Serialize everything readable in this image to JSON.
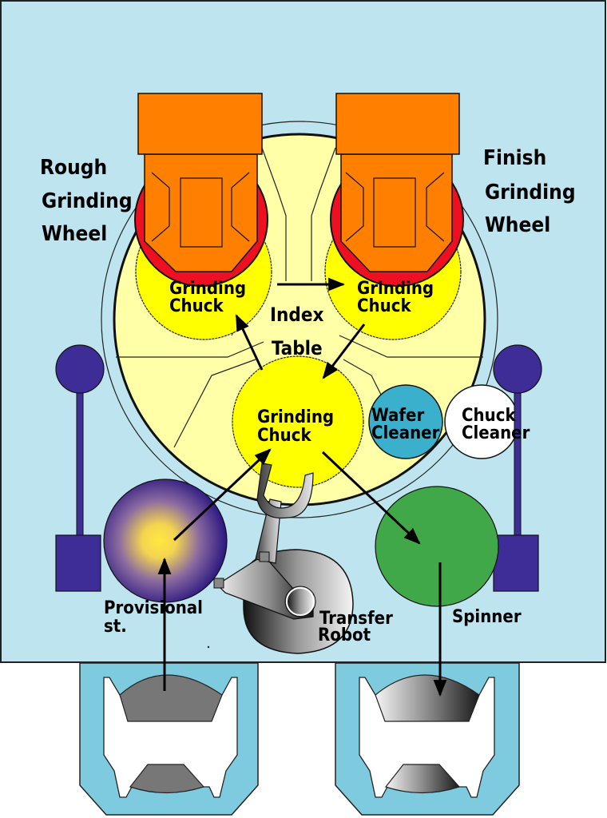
{
  "title": "Wafer Grinding Machine Layout",
  "colors": {
    "background": "#bde4ef",
    "index_table": "#ffffa8",
    "grinding_chuck": "#ffff00",
    "wheel_head": "#ff8000",
    "wheel_rim": "#ee1020",
    "wafer_cleaner": "#3ab0cc",
    "chuck_cleaner": "#ffffff",
    "spinner": "#40a848",
    "post": "#3e2d96",
    "cassette_frame": "#7ecbe0"
  },
  "labels": {
    "rough_wheel": [
      "Rough",
      "Grinding",
      "Wheel"
    ],
    "finish_wheel": [
      "Finish",
      "Grinding",
      "Wheel"
    ],
    "chuck_rough": [
      "Grinding",
      "Chuck"
    ],
    "chuck_finish": [
      "Grinding",
      "Chuck"
    ],
    "chuck_load": [
      "Grinding",
      "Chuck"
    ],
    "index_table": [
      "Index",
      "Table"
    ],
    "wafer_cleaner": [
      "Wafer",
      "Cleaner"
    ],
    "chuck_cleaner": [
      "Chuck",
      "Cleaner"
    ],
    "provisional": [
      "Provisional",
      "st."
    ],
    "transfer_robot": [
      "Transfer",
      "Robot"
    ],
    "spinner": "Spinner"
  },
  "flow": [
    "cassette-in → provisional-stage",
    "provisional-stage → load-chuck",
    "load-chuck → rough-chuck",
    "rough-chuck → finish-chuck",
    "finish-chuck → load-chuck",
    "load-chuck → spinner",
    "spinner → cassette-out"
  ]
}
